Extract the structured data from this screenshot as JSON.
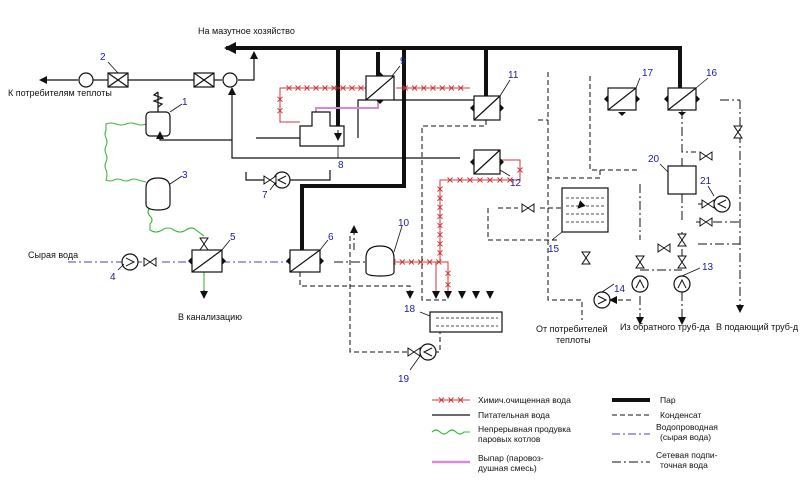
{
  "labels": {
    "mazut": "На мазутное хозяйство",
    "consumers": "К потребителям теплоты",
    "raw_water": "Сырая вода",
    "sewer": "В канализацию",
    "from_consumers_1": "От потребителей",
    "from_consumers_2": "теплоты",
    "from_return": "Из обратного труб-да",
    "to_supply": "В подающий труб-д"
  },
  "numbers": [
    "1",
    "2",
    "3",
    "4",
    "5",
    "6",
    "7",
    "8",
    "9",
    "10",
    "11",
    "12",
    "13",
    "14",
    "15",
    "16",
    "17",
    "18",
    "19",
    "20",
    "21"
  ],
  "legend": {
    "chem": "Химич.очищенная вода",
    "feed": "Питательная вода",
    "blow_1": "Непрерывная продувка",
    "blow_2": "паровых котлов",
    "vent_1": "Выпар (паровоз-",
    "vent_2": "душная смесь)",
    "steam": "Пар",
    "condensate": "Конденсат",
    "raw_1": "Водопроводная",
    "raw_2": "(сырая вода)",
    "net_1": "Сетевая подпи-",
    "net_2": "точная вода"
  },
  "colors": {
    "chem": "#d23a3a",
    "blowdown": "#3db83d",
    "vent": "#d58ad8",
    "raw": "#4a4aa8",
    "number": "#1a1aa6",
    "line": "#111111"
  }
}
